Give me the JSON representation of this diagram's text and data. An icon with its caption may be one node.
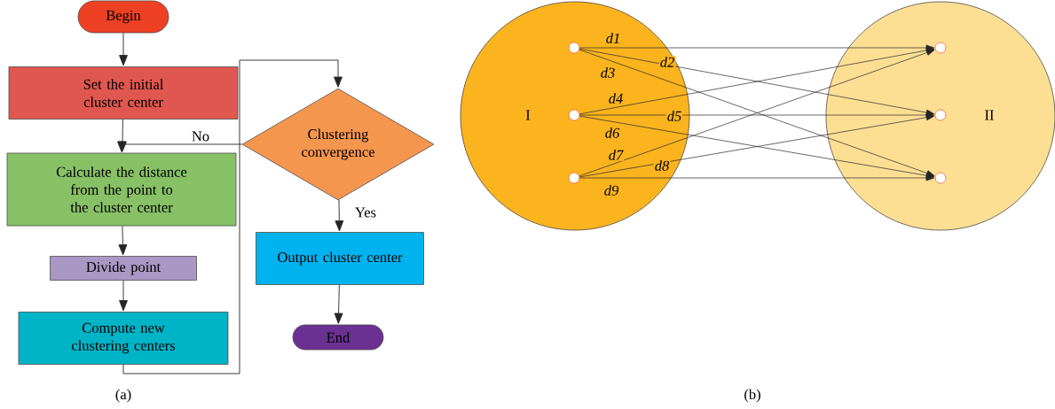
{
  "diagram": {
    "nodes": [
      {
        "text": [
          "Begin"
        ]
      },
      {
        "text": [
          "Set the initial cluster center"
        ]
      },
      {
        "text": [
          "Calculate the distance from the point to the cluster center"
        ]
      },
      {
        "text": [
          "Divide point"
        ]
      },
      {
        "text": [
          "Compute new clustering centers"
        ]
      },
      {
        "text": [
          "Clustering convergence"
        ]
      },
      {
        "text": [
          "Output cluster center"
        ]
      },
      {
        "text": [
          "End"
        ]
      },
      {
        "text": [
          "I"
        ]
      },
      {
        "text": [
          "II"
        ]
      },
      {
        "text": [],
        "shape": "circle",
        "in": 8
      },
      {
        "text": [],
        "shape": "circle",
        "in": 8
      },
      {
        "text": [],
        "shape": "circle",
        "in": 8
      },
      {
        "text": [],
        "shape": "circle",
        "in": 9
      },
      {
        "text": [],
        "shape": "circle",
        "in": 9
      },
      {
        "text": [],
        "shape": "circle",
        "in": 9
      }
    ],
    "edges": [
      {
        "from": 0,
        "to": 1,
        "arrow": "to"
      },
      {
        "from": 1,
        "to": 2,
        "arrow": "to"
      },
      {
        "from": 2,
        "to": 3,
        "arrow": "to"
      },
      {
        "from": 3,
        "to": 4,
        "arrow": "to"
      },
      {
        "from": 4,
        "to": 5,
        "arrow": "to"
      },
      {
        "from": 5,
        "to": 2,
        "arrow": "to",
        "label": "No"
      },
      {
        "from": 5,
        "to": 6,
        "arrow": "to",
        "label": "Yes"
      },
      {
        "from": 6,
        "to": 7,
        "arrow": "to"
      },
      {
        "from": 10,
        "to": 13,
        "arrow": "to",
        "label": "d1"
      },
      {
        "from": 10,
        "to": 14,
        "arrow": "to",
        "label": "d2"
      },
      {
        "from": 10,
        "to": 15,
        "arrow": "to",
        "label": "d3"
      },
      {
        "from": 11,
        "to": 13,
        "arrow": "to",
        "label": "d4"
      },
      {
        "from": 11,
        "to": 14,
        "arrow": "to",
        "label": "d5"
      },
      {
        "from": 11,
        "to": 15,
        "arrow": "to",
        "label": "d6"
      },
      {
        "from": 12,
        "to": 13,
        "arrow": "to",
        "label": "d7"
      },
      {
        "from": 12,
        "to": 14,
        "arrow": "to",
        "label": "d8"
      },
      {
        "from": 12,
        "to": 15,
        "arrow": "to",
        "label": "d9"
      }
    ],
    "labels": [
      "(a)",
      "(b)"
    ]
  }
}
